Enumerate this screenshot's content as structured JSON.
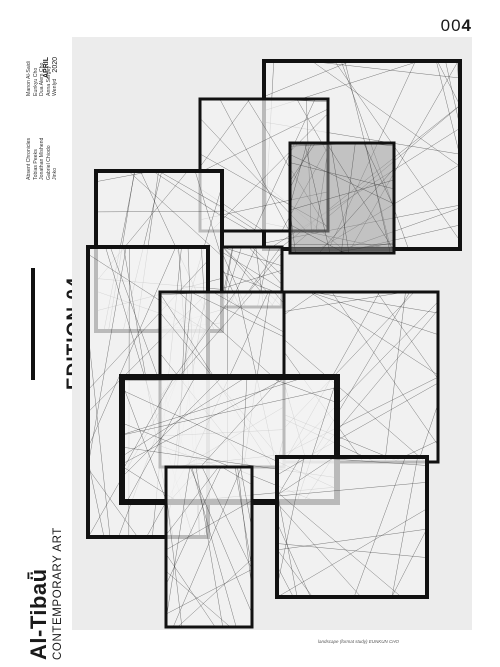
{
  "masthead": {
    "issue_prefix": "00",
    "issue_last_digit": "4",
    "brand": "Al-Tibaǖ",
    "subtitle": "CONTEMPORARY ART",
    "edition": "EDITION 04",
    "month": "APRIL",
    "year": "2020"
  },
  "credits": {
    "left": [
      "Absent Chronicles",
      "Tobias Peeks",
      "Jonathan Mishend",
      "Gabriel Chiodo",
      "Jinko"
    ],
    "right": [
      "Manon Al-Saidi",
      "Eunkyu Cho",
      "Dua Alem Cho",
      "Anna Sergey",
      "Wenlyd"
    ]
  },
  "artwork": {
    "caption": "landscape (format study) EUNKUN CHO"
  }
}
